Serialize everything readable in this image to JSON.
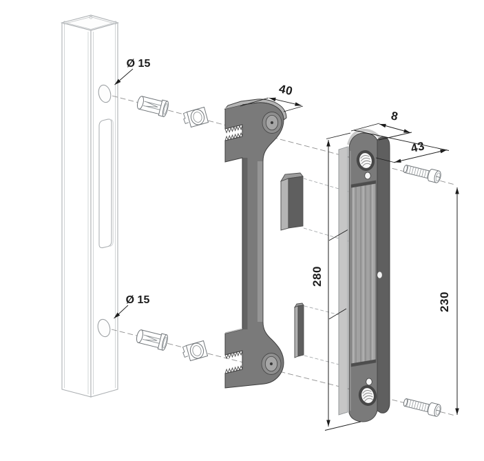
{
  "labels": {
    "hole_diameter_top": "Ø 15",
    "hole_diameter_bottom": "Ø 15",
    "bracket_width": "40",
    "plate_thickness": "8",
    "screw_clearance": "43",
    "plate_height": "280",
    "screw_spacing": "230"
  },
  "colors": {
    "background": "#ffffff",
    "outline_light": "#acb0b3",
    "outline_mid": "#71767a",
    "outline_dark": "#3c3c3c",
    "dimension": "#1c1c1c",
    "centerline": "#8f8f8f",
    "part_face": "#7a7a7a",
    "part_side": "#5f5f5f",
    "part_top": "#b4b4b4",
    "part_highlight": "#959595",
    "part_shadow": "#636363",
    "flange_light": "#c6c6c6",
    "channel": "#a2a2a2"
  }
}
